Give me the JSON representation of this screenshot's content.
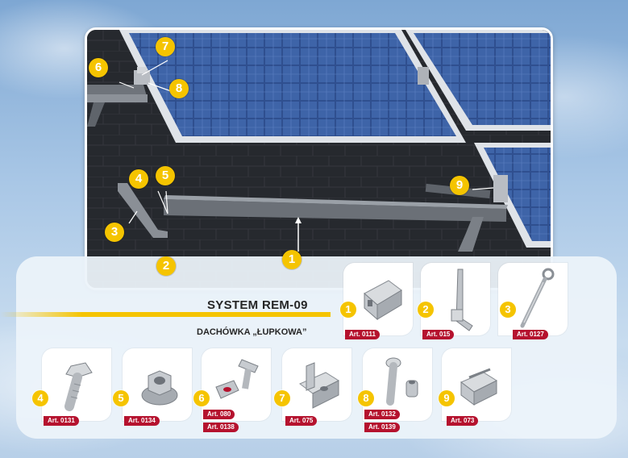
{
  "title": "SYSTEM REM-09",
  "subtitle": "DACHÓWKA „ŁUPKOWA”",
  "callouts": [
    "1",
    "2",
    "3",
    "4",
    "5",
    "6",
    "7",
    "8",
    "9"
  ],
  "products": [
    {
      "num": "1",
      "arts": [
        "Art. 0111"
      ],
      "icon": "rail-profile-icon"
    },
    {
      "num": "2",
      "arts": [
        "Art. 015"
      ],
      "icon": "roof-hook-icon"
    },
    {
      "num": "3",
      "arts": [
        "Art. 0127"
      ],
      "icon": "eye-bolt-icon"
    },
    {
      "num": "4",
      "arts": [
        "Art. 0131"
      ],
      "icon": "hex-bolt-icon"
    },
    {
      "num": "5",
      "arts": [
        "Art. 0134"
      ],
      "icon": "flange-nut-icon"
    },
    {
      "num": "6",
      "arts": [
        "Art. 080",
        "Art. 0138"
      ],
      "icon": "t-bolt-slot-nut-icon"
    },
    {
      "num": "7",
      "arts": [
        "Art. 075"
      ],
      "icon": "end-clamp-icon"
    },
    {
      "num": "8",
      "arts": [
        "Art. 0132",
        "Art. 0139"
      ],
      "icon": "socket-bolt-nut-icon"
    },
    {
      "num": "9",
      "arts": [
        "Art. 073"
      ],
      "icon": "mid-clamp-icon"
    }
  ],
  "colors": {
    "accent_yellow": "#f5c400",
    "badge_red": "#b5122e",
    "accent_green": "#7cc242"
  }
}
